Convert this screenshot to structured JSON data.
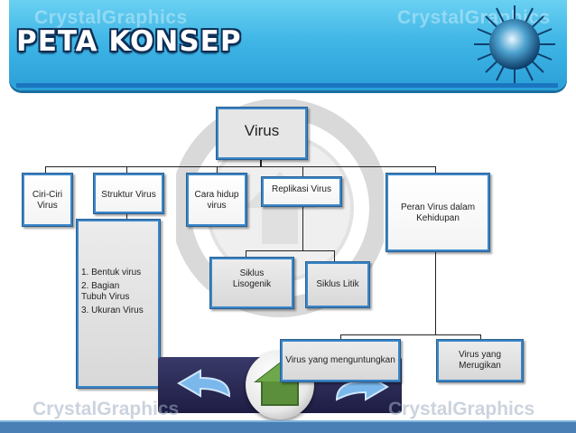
{
  "header": {
    "title": "PETA KONSEP",
    "watermark": "CrystalGraphics"
  },
  "diagram": {
    "root": "Virus",
    "level1": [
      "Ciri-Ciri Virus",
      "Struktur Virus",
      "Cara hidup virus",
      "Replikasi Virus",
      "Peran Virus dalam Kehidupan"
    ],
    "struktur_items": [
      "1. Bentuk virus",
      "2. Bagian Tubuh Virus",
      "3. Ukuran Virus"
    ],
    "replikasi_children": [
      "Siklus Lisogenik",
      "Siklus Litik"
    ],
    "peran_children": [
      "Virus yang menguntungkan",
      "Virus yang Merugikan"
    ]
  },
  "navigation": {
    "back": "back-arrow-icon",
    "home": "home-icon",
    "forward": "forward-arrow-icon"
  },
  "colors": {
    "banner": "#3fb6e6",
    "box_border": "#3a86c8",
    "nav_panel": "#2a2a5a"
  }
}
